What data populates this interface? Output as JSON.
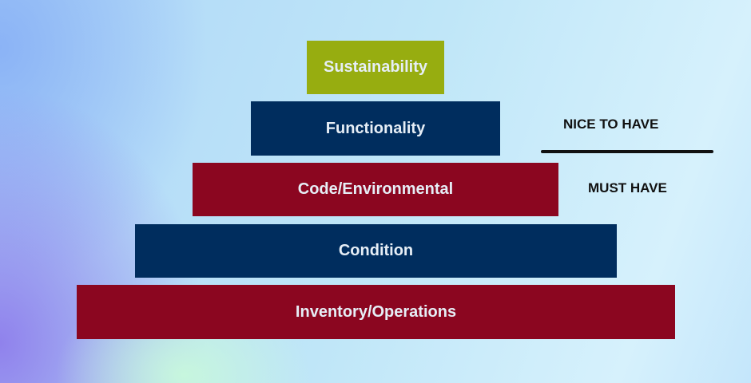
{
  "levels": [
    {
      "label": "Sustainability",
      "color": "#97ad10"
    },
    {
      "label": "Functionality",
      "color": "#002d5e"
    },
    {
      "label": "Code/Environmental",
      "color": "#8b0620"
    },
    {
      "label": "Condition",
      "color": "#002d5e"
    },
    {
      "label": "Inventory/Operations",
      "color": "#8b0620"
    }
  ],
  "annotations": {
    "nice_to_have": "NICE TO HAVE",
    "must_have": "MUST HAVE"
  }
}
